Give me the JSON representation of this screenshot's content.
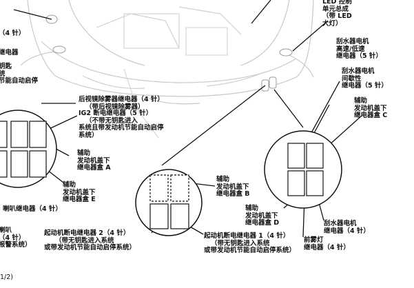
{
  "labels": {
    "led_unit": [
      "LED 控制",
      "单元总成",
      "（带 LED",
      "大灯）"
    ],
    "wiper_hi_lo": [
      "刮水器电机",
      "高速/低速",
      "继电器（5 针）"
    ],
    "wiper_int": [
      "刮水器电机",
      "间歇性",
      "继电器（5 针）"
    ],
    "aux_c": [
      "辅助",
      "发动机盖下",
      "继电器盒 C"
    ],
    "left_4pin": "（4 针）",
    "left_relay": "继电器",
    "left_key": [
      "钥匙",
      "统",
      "节能自动启停"
    ],
    "mirror_relay": [
      "后视镜除雾器继电器（4 针）",
      "（带后视镜除雾器）"
    ],
    "ig2_relay": [
      "IG2 断电继电器（5 针）",
      "（不带无钥匙进入",
      "系统且带发动机节能自动启停",
      "系统）"
    ],
    "aux_a": [
      "辅助",
      "发动机盖下",
      "继电器盒 A"
    ],
    "aux_e": [
      "辅助",
      "发动机盖下",
      "继电器盒 E"
    ],
    "aux_b": [
      "辅助",
      "发动机盖下",
      "继电器盒 B"
    ],
    "horn_relay": "喇叭继电器（4 针）",
    "left_bottom": [
      "喇叭",
      "（4 针）",
      "报警系统）"
    ],
    "starter_cut_2": [
      "起动机断电继电器 2（4 针）",
      "（带无钥匙进入系统",
      "或带发动机节能自动启停系统）"
    ],
    "starter_cut_1": [
      "起动机断电继电器 1（4 针）",
      "（带无钥匙进入系统",
      "或带发动机节能自动启停系统）"
    ],
    "aux_d": [
      "辅助",
      "发动机盖下",
      "继电器盒 D"
    ],
    "wiper_relay_4": [
      "刮水器电机",
      "继电器（4 针）"
    ],
    "fog_relay": [
      "前雾灯",
      "继电器（4 针）"
    ],
    "page_marker": "1/2)"
  }
}
